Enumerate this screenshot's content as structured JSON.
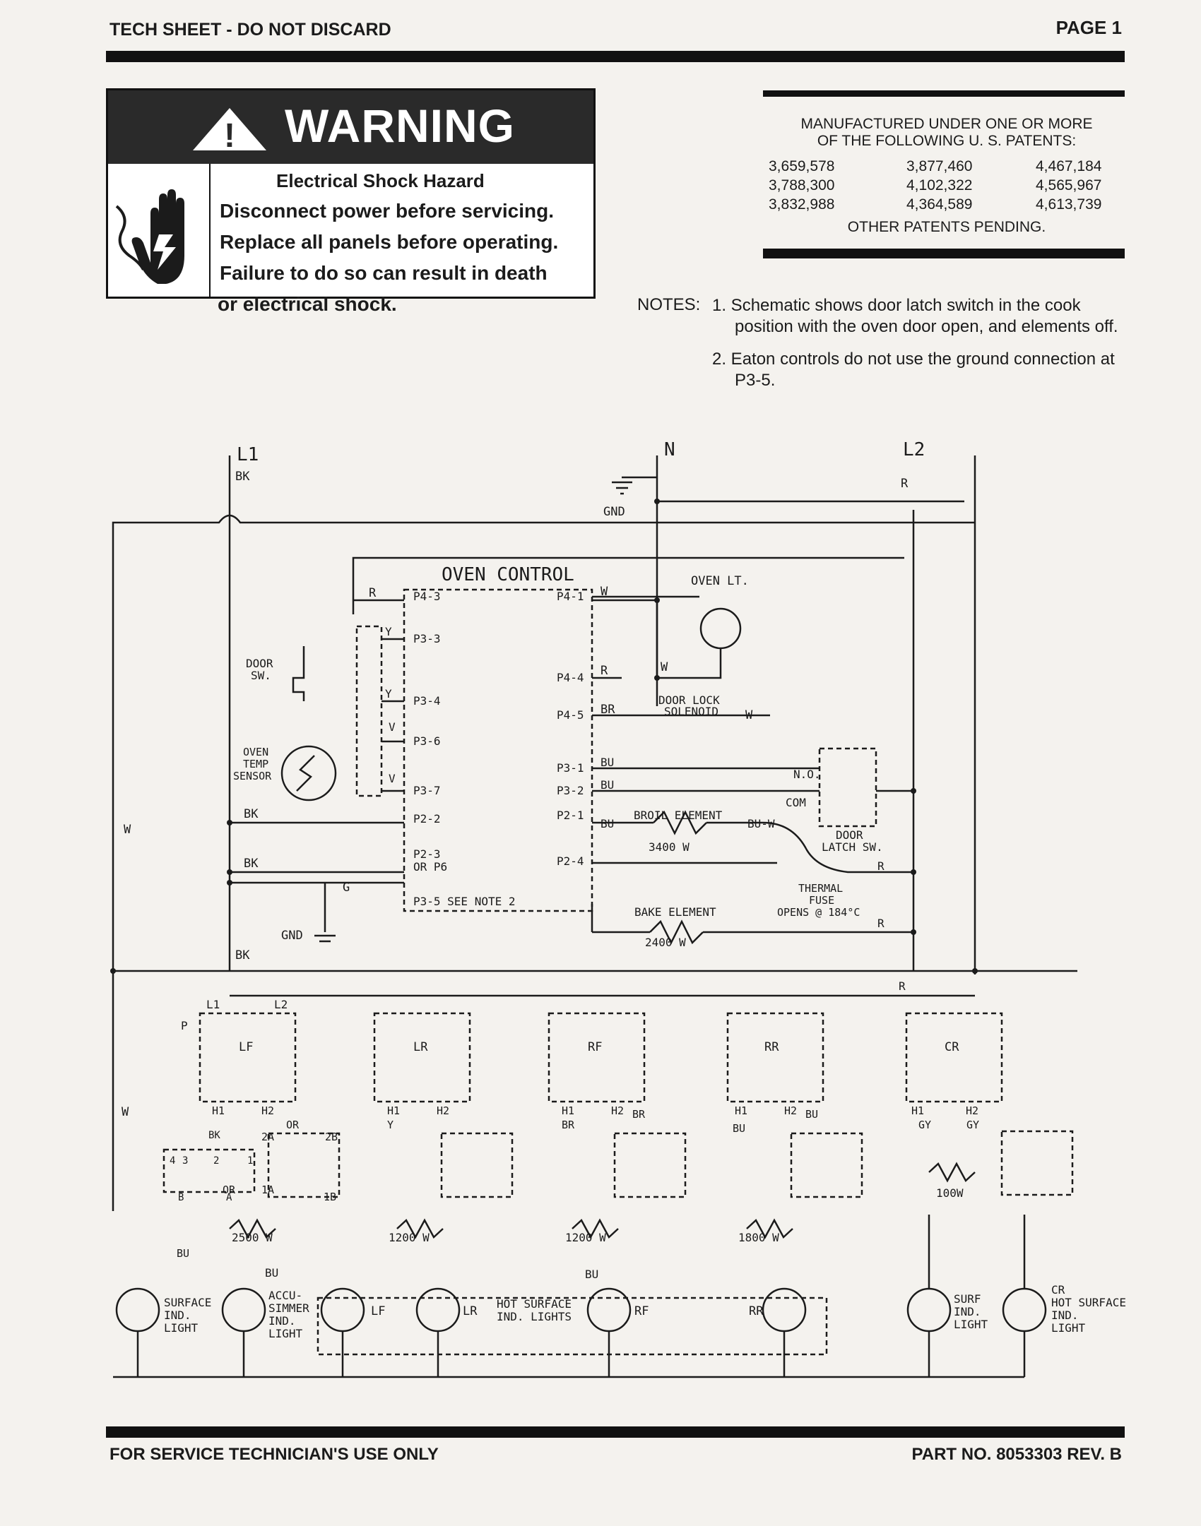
{
  "header": {
    "left": "TECH SHEET - DO NOT DISCARD",
    "right": "PAGE 1"
  },
  "warning": {
    "title": "WARNING",
    "hazard": "Electrical Shock Hazard",
    "line1": "Disconnect power before servicing.",
    "line2": "Replace all panels before operating.",
    "line3": "Failure to do so can result in death",
    "line4": "or electrical shock."
  },
  "patents": {
    "heading1": "MANUFACTURED UNDER ONE OR MORE",
    "heading2": "OF THE FOLLOWING U. S. PATENTS:",
    "col1": [
      "3,659,578",
      "3,788,300",
      "3,832,988"
    ],
    "col2": [
      "3,877,460",
      "4,102,322",
      "4,364,589"
    ],
    "col3": [
      "4,467,184",
      "4,565,967",
      "4,613,739"
    ],
    "pending": "OTHER PATENTS PENDING."
  },
  "notes": {
    "label": "NOTES:",
    "n1a": "1. Schematic shows door latch switch in the cook",
    "n1b": "position with the oven door open, and elements off.",
    "n2a": "2. Eaton controls do not use the ground connection at",
    "n2b": "P3-5."
  },
  "schematic": {
    "l1": "L1",
    "n": "N",
    "l2": "L2",
    "bk": "BK",
    "r": "R",
    "w": "W",
    "g": "G",
    "gnd": "GND",
    "oven_control": "OVEN CONTROL",
    "oven_lt": "OVEN LT.",
    "door_sw1": "DOOR",
    "door_sw2": "SW.",
    "sensor1": "OVEN",
    "sensor2": "TEMP",
    "sensor3": "SENSOR",
    "p4_3": "P4-3",
    "p3_3": "P3-3",
    "p3_4": "P3-4",
    "p3_6": "P3-6",
    "p3_7": "P3-7",
    "p2_2": "P2-2",
    "p2_3a": "P2-3",
    "p2_3b": "OR P6",
    "p3_5": "P3-5 SEE NOTE 2",
    "p4_1": "P4-1",
    "p4_4": "P4-4",
    "p4_5": "P4-5",
    "p3_1": "P3-1",
    "p3_2": "P3-2",
    "p2_1": "P2-1",
    "p2_4": "P2-4",
    "y": "Y",
    "v": "V",
    "br": "BR",
    "bu": "BU",
    "buw": "BU-W",
    "dls1": "DOOR LOCK",
    "dls2": "SOLENOID",
    "no": "N.O.",
    "com": "COM",
    "dlatch1": "DOOR",
    "dlatch2": "LATCH SW.",
    "broil": "BROIL ELEMENT",
    "broil_w": "3400 W",
    "bake": "BAKE ELEMENT",
    "bake_w": "2400 W",
    "tf1": "THERMAL",
    "tf2": "FUSE",
    "tf3": "OPENS @ 184°C",
    "lf": "LF",
    "lr": "LR",
    "rf": "RF",
    "rr": "RR",
    "cr": "CR",
    "h1": "H1",
    "h2": "H2",
    "p": "P",
    "l1s": "L1",
    "l2s": "L2",
    "a2": "2A",
    "b2": "2B",
    "a1": "1A",
    "b1": "1B",
    "or": "OR",
    "gy": "GY",
    "w2500": "2500 W",
    "w1200a": "1200 W",
    "w1200b": "1200 W",
    "w1800": "1800 W",
    "w100": "100W",
    "t4": "4",
    "t3": "3",
    "t2": "2",
    "t1": "1",
    "tb": "B",
    "ta": "A",
    "surf1": "SURFACE",
    "surf2": "IND.",
    "surf3": "LIGHT",
    "acc1": "ACCU-",
    "acc2": "SIMMER",
    "acc3": "IND.",
    "acc4": "LIGHT",
    "hs1": "HOT SURFACE",
    "hs2": "IND. LIGHTS",
    "sr1": "SURF",
    "sr2": "IND.",
    "sr3": "LIGHT",
    "crl1": "CR",
    "crl2": "HOT SURFACE",
    "crl3": "IND.",
    "crl4": "LIGHT"
  },
  "footer": {
    "left": "FOR SERVICE TECHNICIAN'S USE ONLY",
    "right": "PART NO. 8053303 REV. B"
  }
}
